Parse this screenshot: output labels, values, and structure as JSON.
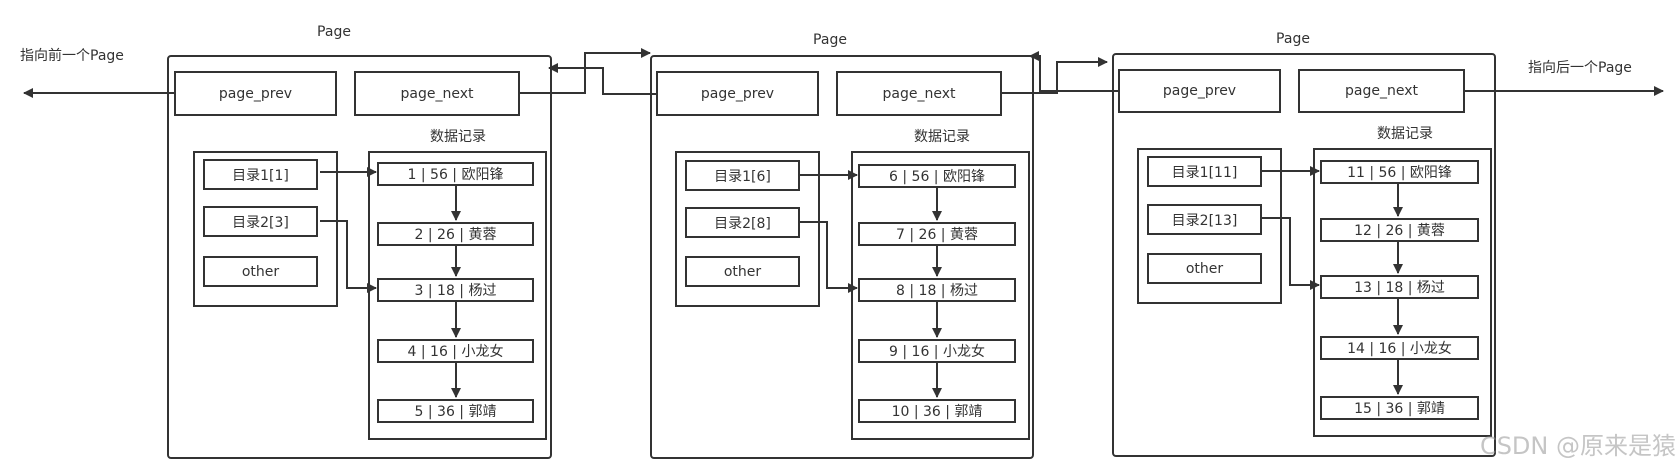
{
  "labels": {
    "prev_page_pointer": "指向前一个Page",
    "next_page_pointer": "指向后一个Page",
    "page_title": "Page",
    "records_title": "数据记录",
    "page_prev": "page_prev",
    "page_next": "page_next",
    "other": "other",
    "watermark": "CSDN @原来是猿"
  },
  "pages": [
    {
      "directory": [
        "目录1[1]",
        "目录2[3]"
      ],
      "records": [
        "1 | 56 | 欧阳锋",
        "2 | 26 | 黄蓉",
        "3 | 18 | 杨过",
        "4 | 16 | 小龙女",
        "5 | 36 | 郭靖"
      ]
    },
    {
      "directory": [
        "目录1[6]",
        "目录2[8]"
      ],
      "records": [
        "6 |  56 | 欧阳锋",
        "7 |  26 | 黄蓉",
        "8 |  18 | 杨过",
        "9 |  16 | 小龙女",
        "10 |  36 | 郭靖"
      ]
    },
    {
      "directory": [
        "目录1[11]",
        "目录2[13]"
      ],
      "records": [
        "11 |  56 | 欧阳锋",
        "12 |  26 | 黄蓉",
        "13 |  18 | 杨过",
        "14 |  16 | 小龙女",
        "15 |  36 | 郭靖"
      ]
    }
  ]
}
